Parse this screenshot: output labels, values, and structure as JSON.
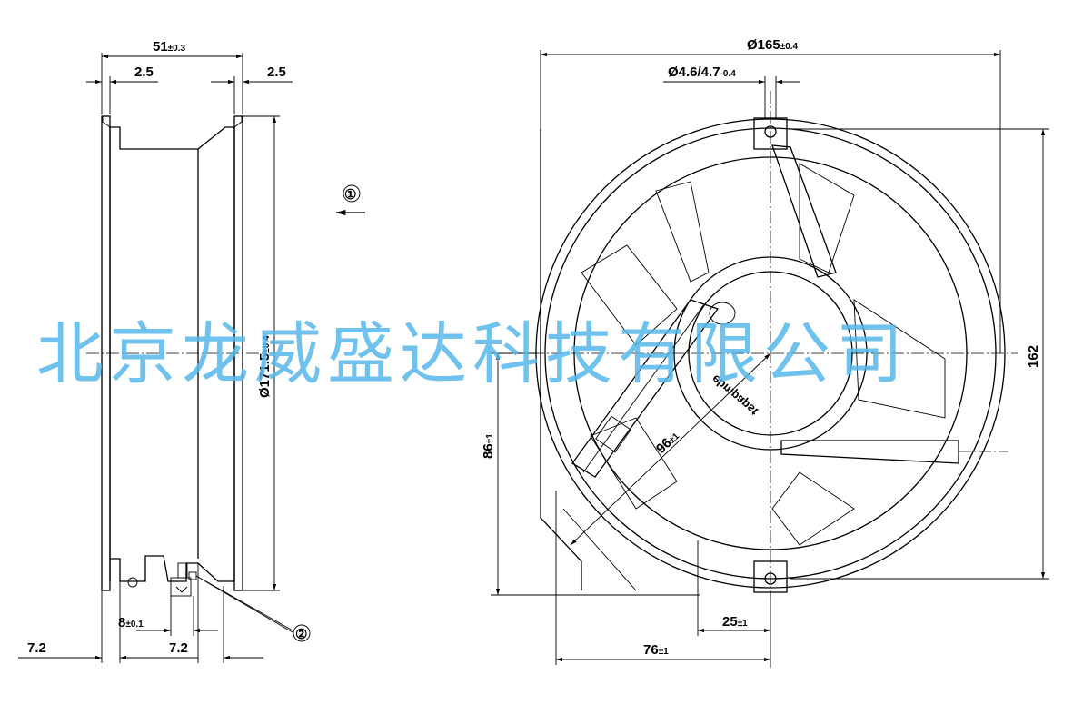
{
  "dimensions": {
    "width_overall": {
      "value": "51",
      "tol": "±0.3"
    },
    "flange_left": {
      "value": "2.5"
    },
    "flange_right": {
      "value": "2.5"
    },
    "diameter_side": {
      "value": "Ø171.5",
      "tol": "±0.4"
    },
    "mount_offset": {
      "value": "8",
      "tol": "±0.1"
    },
    "left_inset": {
      "value": "7.2"
    },
    "inner_inset": {
      "value": "7.2"
    },
    "diameter_front": {
      "value": "Ø165",
      "tol": "±0.4"
    },
    "hole_diameter": {
      "value": "Ø4.6/4.7",
      "tol": "-0.4"
    },
    "height_holes": {
      "value": "162"
    },
    "center_height": {
      "value": "86",
      "tol": "±1"
    },
    "hub_diameter": {
      "value": "96",
      "tol": "±1"
    },
    "hole_offset": {
      "value": "25",
      "tol": "±1"
    },
    "center_offset": {
      "value": "76",
      "tol": "±1"
    }
  },
  "callouts": {
    "airflow": "①",
    "connector": "②"
  },
  "hub_label": "ebmpapst",
  "watermark": "北京龙威盛达科技有限公司",
  "colors": {
    "line": "#000000",
    "watermark": "#57b8ea"
  }
}
